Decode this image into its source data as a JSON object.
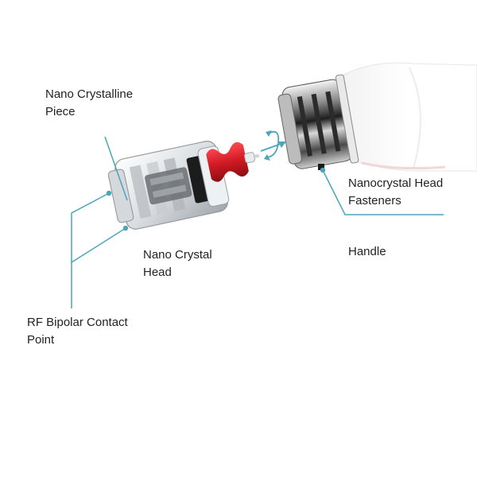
{
  "labels": {
    "nano_crystalline_piece": {
      "line1": "Nano Crystalline",
      "line2": "Piece"
    },
    "nano_crystal_head": {
      "line1": "Nano Crystal",
      "line2": "Head"
    },
    "rf_bipolar_contact_point": {
      "line1": "RF Bipolar Contact",
      "line2": "Point"
    },
    "nanocrystal_head_fasteners": {
      "line1": "Nanocrystal Head",
      "line2": "Fasteners"
    },
    "handle": {
      "line1": "Handle"
    }
  },
  "colors": {
    "leader_line": "#4aa6b8",
    "accent_red": "#e0202a",
    "chrome_dark": "#2a2a2a",
    "plastic_clear": "#e8ecef"
  },
  "icons": {
    "rotation": "rotate-arrow-icon",
    "insert": "insert-arrow-icon"
  }
}
